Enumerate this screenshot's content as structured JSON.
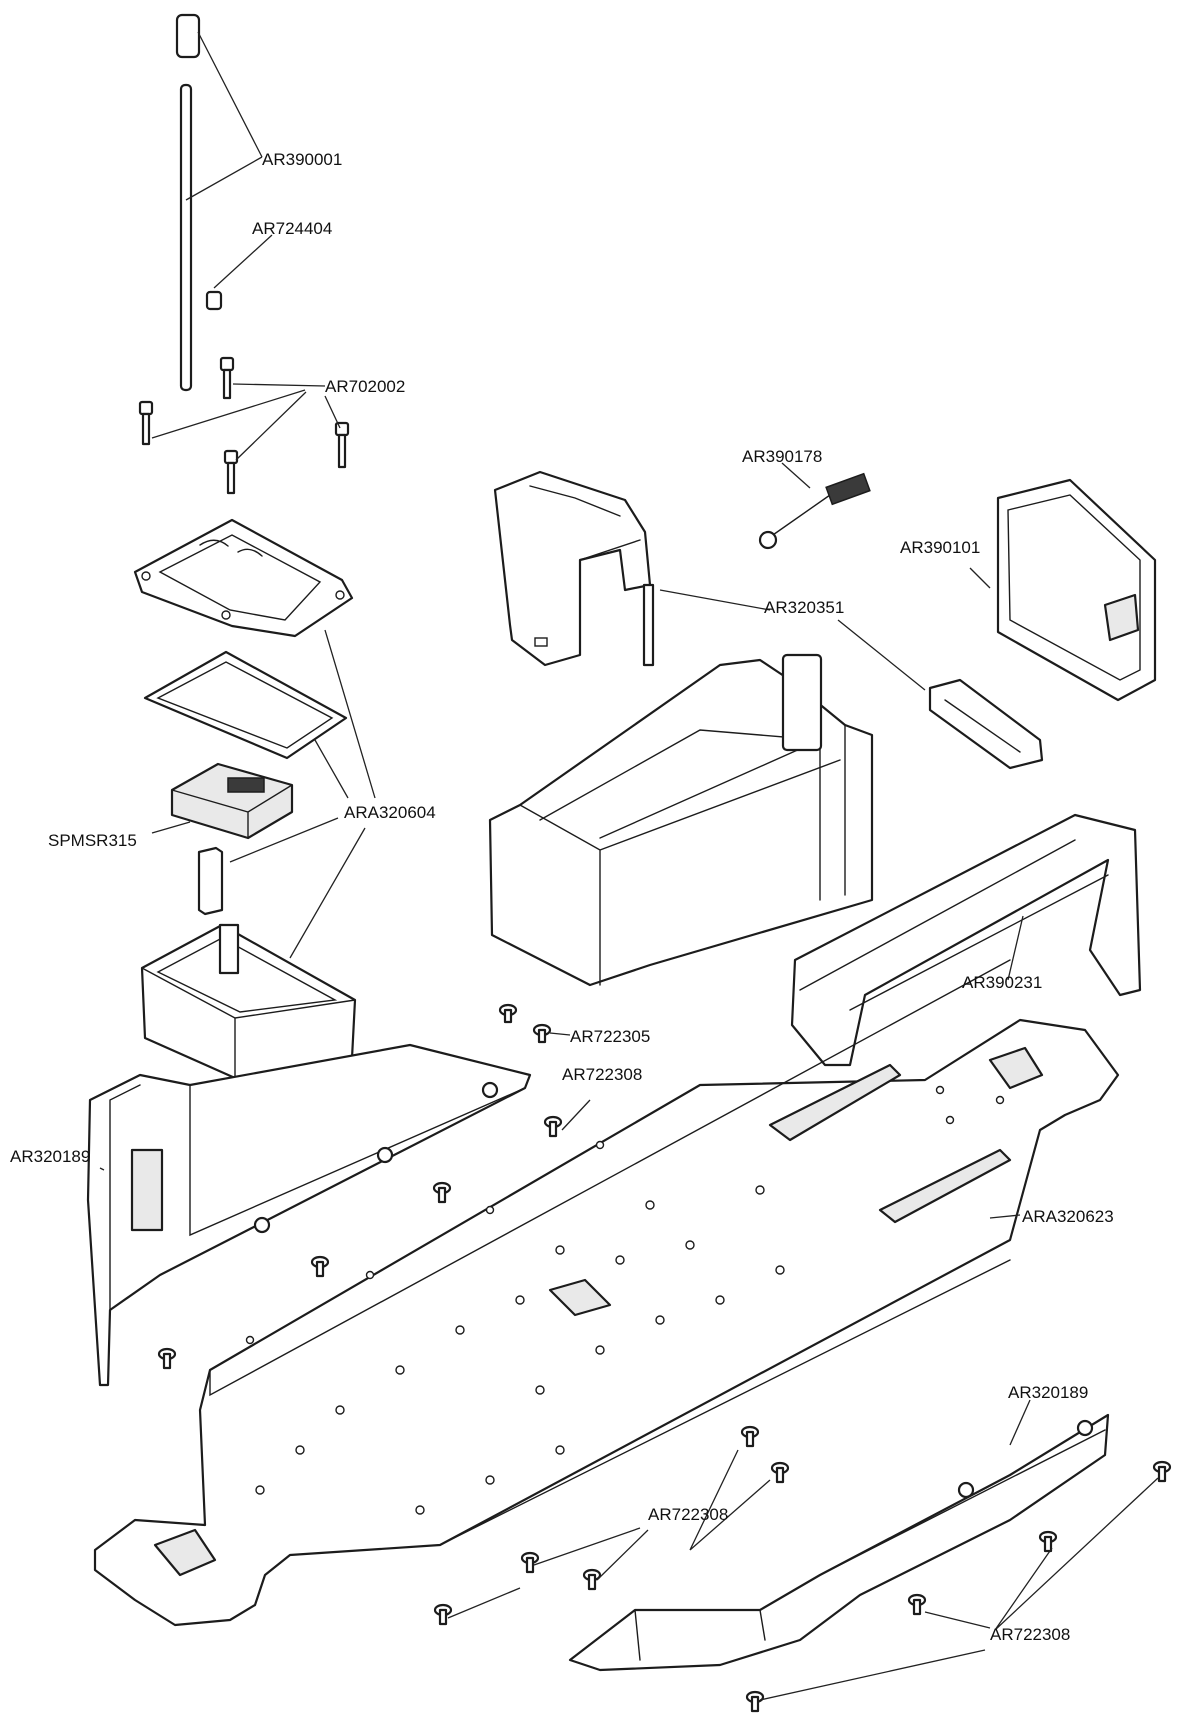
{
  "labels": {
    "ar390001": "AR390001",
    "ar724404": "AR724404",
    "ar702002": "AR702002",
    "ar390178": "AR390178",
    "ar390101": "AR390101",
    "ar320351": "AR320351",
    "ara320604": "ARA320604",
    "spmsr315": "SPMSR315",
    "ar390231": "AR390231",
    "ar722305": "AR722305",
    "ar722308_top": "AR722308",
    "ar320189_left": "AR320189",
    "ara320623": "ARA320623",
    "ar320189_right": "AR320189",
    "ar722308_mid": "AR722308",
    "ar722308_bottom": "AR722308"
  }
}
